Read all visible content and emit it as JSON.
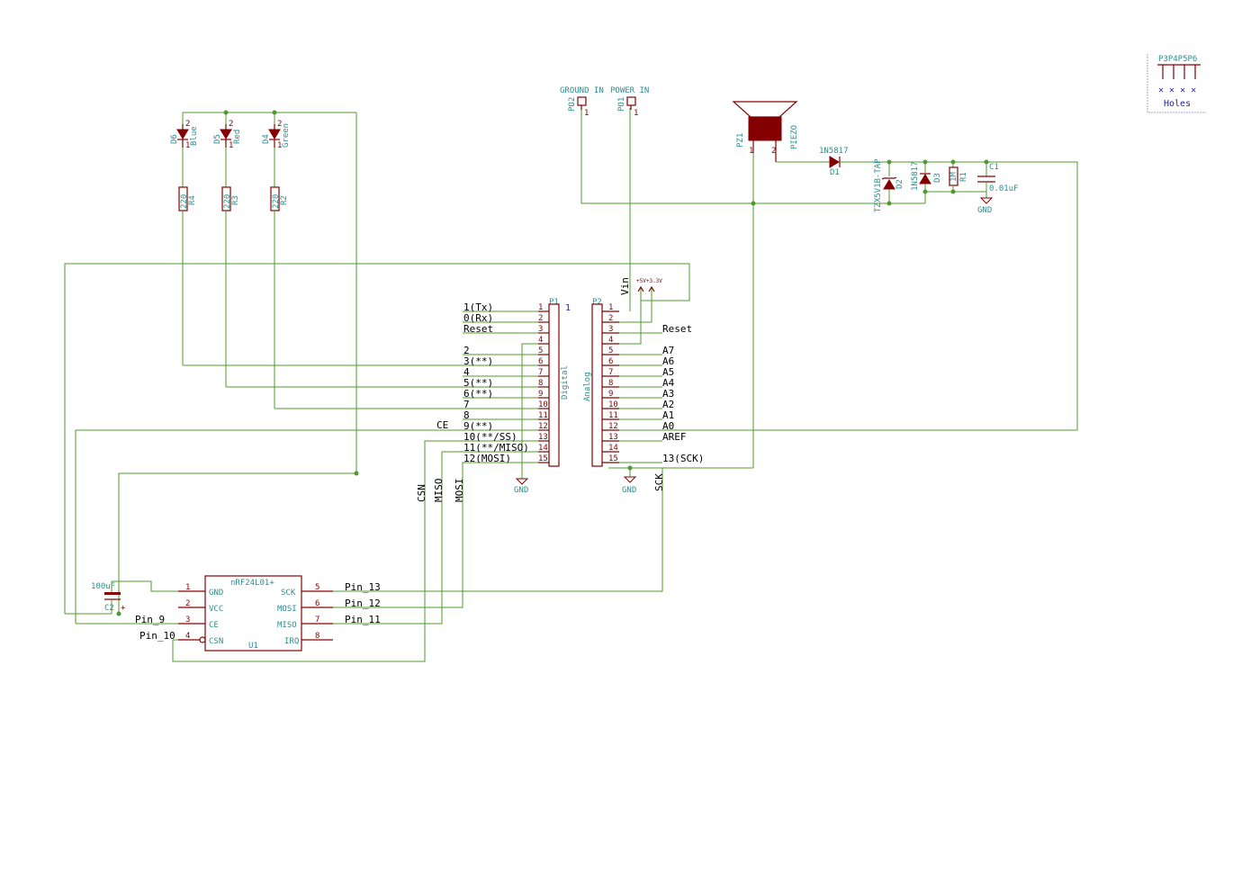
{
  "leds": {
    "d6": {
      "ref": "D6",
      "color": "Blue",
      "res": "220",
      "rref": "R4"
    },
    "d5": {
      "ref": "D5",
      "color": "Red",
      "res": "220",
      "rref": "R3"
    },
    "d4": {
      "ref": "D4",
      "color": "Green",
      "res": "220",
      "rref": "R2"
    },
    "pin1": "1",
    "pin2": "2"
  },
  "power": {
    "ground_in": "GROUND IN",
    "power_in": "POWER IN",
    "po2": "PO2",
    "po1": "PO1",
    "pin": "1"
  },
  "piezo": {
    "ref": "PZ1",
    "value": "PIEZO",
    "pin1": "1",
    "pin2": "2"
  },
  "d1": {
    "value": "1N5817",
    "ref": "D1"
  },
  "d2": {
    "value": "TZX5V1B-TAP",
    "ref": "D2"
  },
  "d3": {
    "value": "1N5817",
    "ref": "D3"
  },
  "r1": {
    "value": "1M",
    "ref": "R1"
  },
  "c1": {
    "ref": "C1",
    "value": "0.01uF"
  },
  "gnd": "GND",
  "holes": {
    "labels": "P3P4P5P6",
    "title": "Holes"
  },
  "p1": {
    "ref": "P1",
    "side": "Digital",
    "one": "1",
    "labels": [
      "1(Tx)",
      "0(Rx)",
      "Reset",
      "",
      "2",
      "3(**)",
      "4",
      "5(**)",
      "6(**)",
      "7",
      "8",
      "9(**)",
      "10(**/SS)",
      "11(**/MISO)",
      "12(MOSI)"
    ],
    "pins": [
      "1",
      "2",
      "3",
      "4",
      "5",
      "6",
      "7",
      "8",
      "9",
      "10",
      "11",
      "12",
      "13",
      "14",
      "15"
    ]
  },
  "p2": {
    "ref": "P2",
    "side": "Analog",
    "labels": [
      "",
      "",
      "Reset",
      "",
      "A7",
      "A6",
      "A5",
      "A4",
      "A3",
      "A2",
      "A1",
      "A0",
      "AREF",
      "",
      "13(SCK)"
    ],
    "pins": [
      "1",
      "2",
      "3",
      "4",
      "5",
      "6",
      "7",
      "8",
      "9",
      "10",
      "11",
      "12",
      "13",
      "14",
      "15"
    ],
    "vin": "Vin",
    "supply": "+5V+3.3V"
  },
  "nets": {
    "ce": "CE",
    "csn": "CSN",
    "miso": "MISO",
    "mosi": "MOSI",
    "sck": "SCK"
  },
  "nrf": {
    "name": "nRF24L01+",
    "ref": "U1",
    "left": [
      {
        "num": "1",
        "name": "GND"
      },
      {
        "num": "2",
        "name": "VCC"
      },
      {
        "num": "3",
        "name": "CE"
      },
      {
        "num": "4",
        "name": "CSN"
      }
    ],
    "right": [
      {
        "num": "5",
        "name": "SCK"
      },
      {
        "num": "6",
        "name": "MOSI"
      },
      {
        "num": "7",
        "name": "MISO"
      },
      {
        "num": "8",
        "name": "IRQ"
      }
    ],
    "ext_left": [
      "Pin_9",
      "Pin_10"
    ],
    "ext_right": [
      "Pin_13",
      "Pin_12",
      "Pin_11"
    ]
  },
  "c2": {
    "value": "100uF",
    "ref": "C2",
    "plus": "+"
  }
}
